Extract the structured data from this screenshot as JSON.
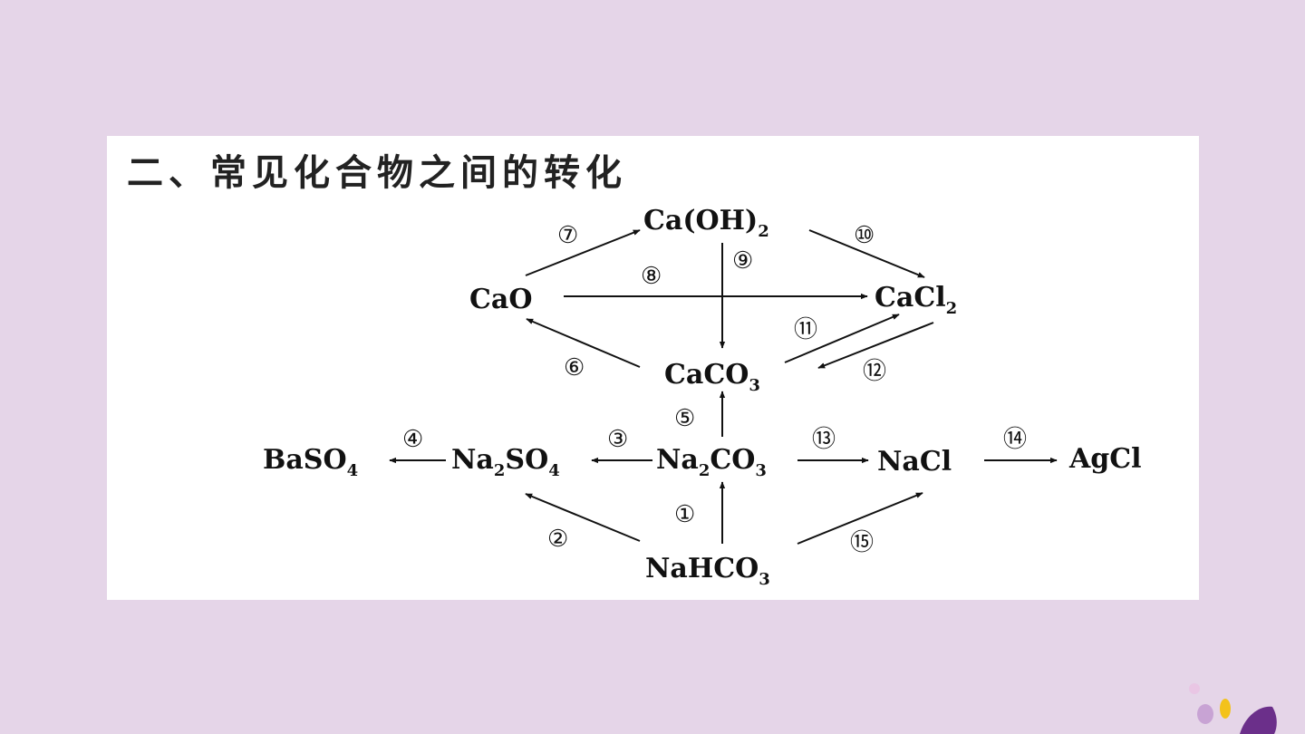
{
  "title": "二、常见化合物之间的转化",
  "compounds": {
    "caoh2": {
      "main": "Ca(OH)",
      "sub": "2"
    },
    "cao": {
      "main": "CaO",
      "sub": ""
    },
    "cacl2": {
      "main": "CaCl",
      "sub": "2"
    },
    "caco3": {
      "main": "CaCO",
      "sub": "3"
    },
    "baso4": {
      "main": "BaSO",
      "sub": "4"
    },
    "na2so4": {
      "p1": "Na",
      "s1": "2",
      "p2": "SO",
      "s2": "4"
    },
    "na2co3": {
      "p1": "Na",
      "s1": "2",
      "p2": "CO",
      "s2": "3"
    },
    "nacl": {
      "main": "NaCl",
      "sub": ""
    },
    "agcl": {
      "main": "AgCl",
      "sub": ""
    },
    "nahco3": {
      "main": "NaHCO",
      "sub": "3"
    }
  },
  "reactions": {
    "r1": "①",
    "r2": "②",
    "r3": "③",
    "r4": "④",
    "r5": "⑤",
    "r6": "⑥",
    "r7": "⑦",
    "r8": "⑧",
    "r9": "⑨",
    "r10": "⑩",
    "r11": "⑪",
    "r12": "⑫",
    "r13": "⑬",
    "r14": "⑭",
    "r15": "⑮"
  },
  "colors": {
    "background": "#e5d5e8",
    "panel": "#ffffff",
    "text": "#111111"
  }
}
